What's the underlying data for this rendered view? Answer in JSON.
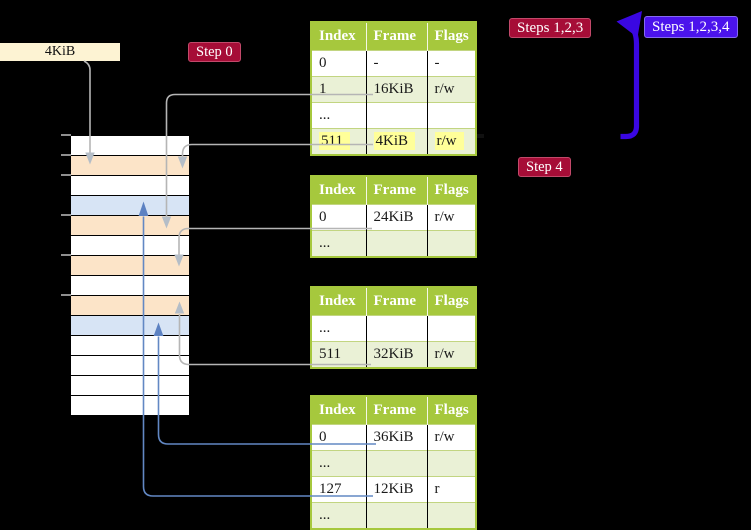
{
  "page_size_label": "4KiB",
  "badges": {
    "step0": "Step 0",
    "steps123": "Steps 1,2,3",
    "steps1234": "Steps 1,2,3,4",
    "step4": "Step 4"
  },
  "memory": {
    "description": "physical memory frame column, 4KiB per row",
    "rows": [
      "white",
      "orange",
      "white",
      "blue",
      "orange",
      "white",
      "orange",
      "white",
      "orange",
      "blue",
      "white",
      "white",
      "white",
      "white"
    ],
    "tick_rows": [
      0,
      1,
      2,
      4,
      6,
      8
    ]
  },
  "tables": [
    {
      "id": "page-table-1",
      "headers": [
        "Index",
        "Frame",
        "Flags"
      ],
      "rows": [
        {
          "cells": [
            "0",
            "-",
            "-"
          ],
          "shade": "white",
          "highlight": false
        },
        {
          "cells": [
            "1",
            "16KiB",
            "r/w"
          ],
          "shade": "green",
          "highlight": false
        },
        {
          "cells": [
            "...",
            "",
            ""
          ],
          "shade": "white",
          "highlight": false
        },
        {
          "cells": [
            "511",
            "4KiB",
            "r/w"
          ],
          "shade": "green",
          "highlight": true
        }
      ]
    },
    {
      "id": "page-table-2",
      "headers": [
        "Index",
        "Frame",
        "Flags"
      ],
      "rows": [
        {
          "cells": [
            "0",
            "24KiB",
            "r/w"
          ],
          "shade": "white",
          "highlight": false
        },
        {
          "cells": [
            "...",
            "",
            ""
          ],
          "shade": "green",
          "highlight": false
        }
      ]
    },
    {
      "id": "page-table-3",
      "headers": [
        "Index",
        "Frame",
        "Flags"
      ],
      "rows": [
        {
          "cells": [
            "...",
            "",
            ""
          ],
          "shade": "white",
          "highlight": false
        },
        {
          "cells": [
            "511",
            "32KiB",
            "r/w"
          ],
          "shade": "green",
          "highlight": false
        }
      ]
    },
    {
      "id": "page-table-4",
      "headers": [
        "Index",
        "Frame",
        "Flags"
      ],
      "rows": [
        {
          "cells": [
            "0",
            "36KiB",
            "r/w"
          ],
          "shade": "white",
          "highlight": false
        },
        {
          "cells": [
            "...",
            "",
            ""
          ],
          "shade": "green",
          "highlight": false
        },
        {
          "cells": [
            "127",
            "12KiB",
            "r"
          ],
          "shade": "white",
          "highlight": false
        },
        {
          "cells": [
            "...",
            "",
            ""
          ],
          "shade": "green",
          "highlight": false
        }
      ]
    }
  ],
  "connectors": [
    {
      "from": "page-size-label",
      "to": "frame-4KiB",
      "color": "gray"
    },
    {
      "from": "table1-entry-1",
      "to": "frame-16KiB",
      "color": "gray"
    },
    {
      "from": "table1-entry-511",
      "to": "frame-4KiB",
      "color": "gray"
    },
    {
      "from": "table2-entry-0",
      "to": "frame-24KiB",
      "color": "gray"
    },
    {
      "from": "table3-entry-511",
      "to": "frame-32KiB",
      "color": "gray"
    },
    {
      "from": "table4-entry-0",
      "to": "frame-36KiB",
      "color": "steel-blue"
    },
    {
      "from": "table4-entry-127",
      "to": "frame-12KiB",
      "color": "steel-blue"
    },
    {
      "from": "loop-back",
      "to": "steps-1-2-3",
      "color": "blue-violet",
      "style": "thick"
    }
  ],
  "colors": {
    "table-green": "#a6c83d",
    "table-row-light": "#eaf1d6",
    "row-separator": "#c2d581",
    "frame-orange": "#fce4c8",
    "frame-blue": "#d7e4f5",
    "highlight-yellow": "#ffff99",
    "label-cream": "#fdf3d3",
    "badge-red": "#a60d37",
    "badge-blue": "#4b13ec",
    "arrow-blue": "#3a07e2",
    "line-gray": "#b5b5b5",
    "line-steel": "#6288c4"
  }
}
